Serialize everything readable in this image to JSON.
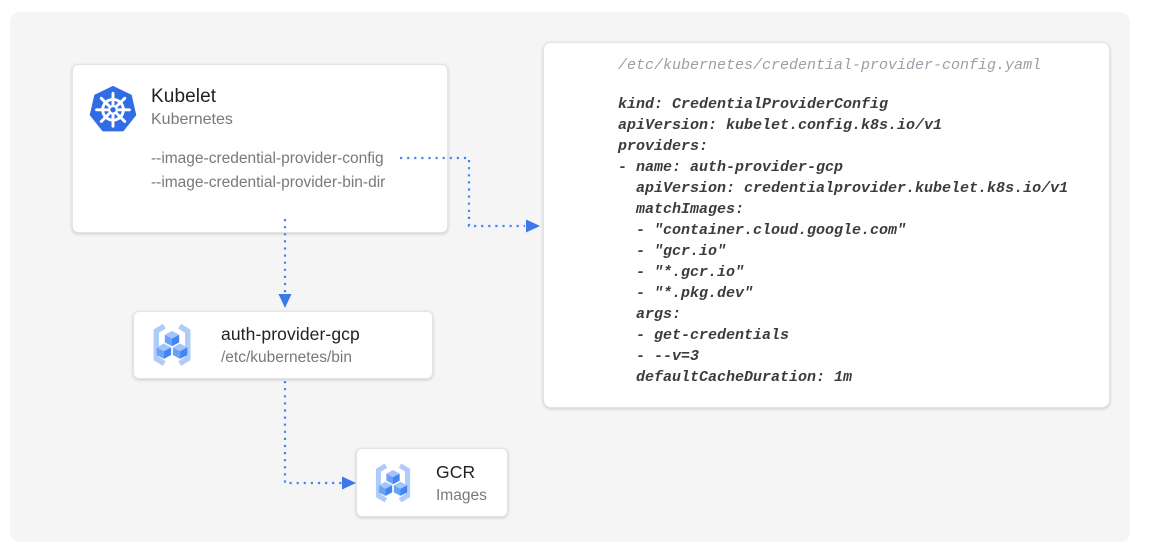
{
  "diagram": {
    "kubelet": {
      "title": "Kubelet",
      "subtitle": "Kubernetes",
      "flags": [
        "--image-credential-provider-config",
        "--image-credential-provider-bin-dir"
      ]
    },
    "auth_provider": {
      "title": "auth-provider-gcp",
      "subtitle": "/etc/kubernetes/bin"
    },
    "gcr": {
      "title": "GCR",
      "subtitle": "Images"
    },
    "yaml_panel": {
      "path": "/etc/kubernetes/credential-provider-config.yaml",
      "code": "kind: CredentialProviderConfig\napiVersion: kubelet.config.k8s.io/v1\nproviders:\n- name: auth-provider-gcp\n  apiVersion: credentialprovider.kubelet.k8s.io/v1\n  matchImages:\n  - \"container.cloud.google.com\"\n  - \"gcr.io\"\n  - \"*.gcr.io\"\n  - \"*.pkg.dev\"\n  args:\n  - get-credentials\n  - --v=3\n  defaultCacheDuration: 1m"
    },
    "icons": {
      "kubelet": "kubernetes-helm-icon",
      "auth_provider": "container-registry-icon",
      "gcr": "container-registry-icon"
    },
    "colors": {
      "connector_blue": "#4285f4",
      "kubernetes_blue": "#326ce5",
      "panel_gray": "#f5f5f6"
    }
  }
}
